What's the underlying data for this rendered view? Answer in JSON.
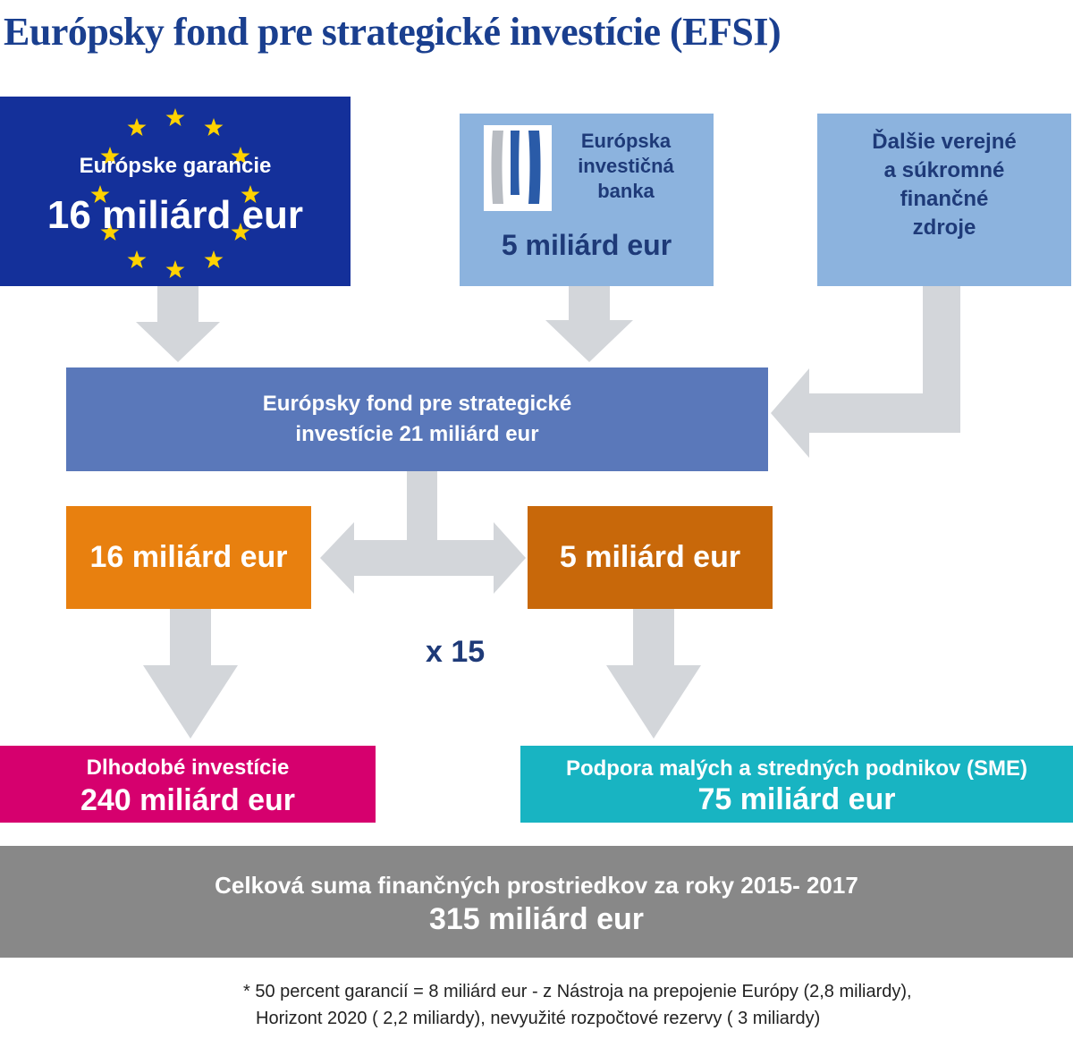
{
  "title": "Európsky fond pre strategické investície (EFSI)",
  "eu_guarantee": {
    "label": "Európske garancie",
    "amount": "16 miliárd eur"
  },
  "eib": {
    "name_lines": [
      "Európska",
      "investičná",
      "banka"
    ],
    "amount": "5 miliárd eur"
  },
  "other_sources": {
    "lines": [
      "Ďalšie verejné",
      "a súkromné",
      "finančné",
      "zdroje"
    ]
  },
  "efsi": {
    "lines": [
      "Európsky fond pre strategické",
      "investície 21 miliárd eur"
    ]
  },
  "split": {
    "left_amount": "16 miliárd eur",
    "right_amount": "5 miliárd eur",
    "multiplier": "x 15"
  },
  "long_term": {
    "label": "Dlhodobé investície",
    "amount": "240 miliárd eur"
  },
  "sme": {
    "label": "Podpora malých a stredných podnikov (SME)",
    "amount": "75 miliárd eur"
  },
  "total": {
    "label": "Celková suma finančných prostriedkov za roky 2015- 2017",
    "amount": "315 miliárd eur"
  },
  "footnote": [
    "* 50 percent garancií = 8 miliárd eur - z Nástroja na prepojenie Európy (2,8 miliardy),",
    "Horizont 2020 ( 2,2 miliardy), nevyužité rozpočtové rezervy ( 3 miliardy)"
  ],
  "colors": {
    "title": "#1a3f8f",
    "eu_flag": "#14309a",
    "star": "#ffd200",
    "light_blue": "#8cb3de",
    "efsi": "#5a78ba",
    "orange_left": "#e8800f",
    "orange_right": "#c8680a",
    "magenta": "#d6006e",
    "teal": "#18b4c2",
    "grey": "#888888",
    "arrow": "#d3d6da"
  }
}
